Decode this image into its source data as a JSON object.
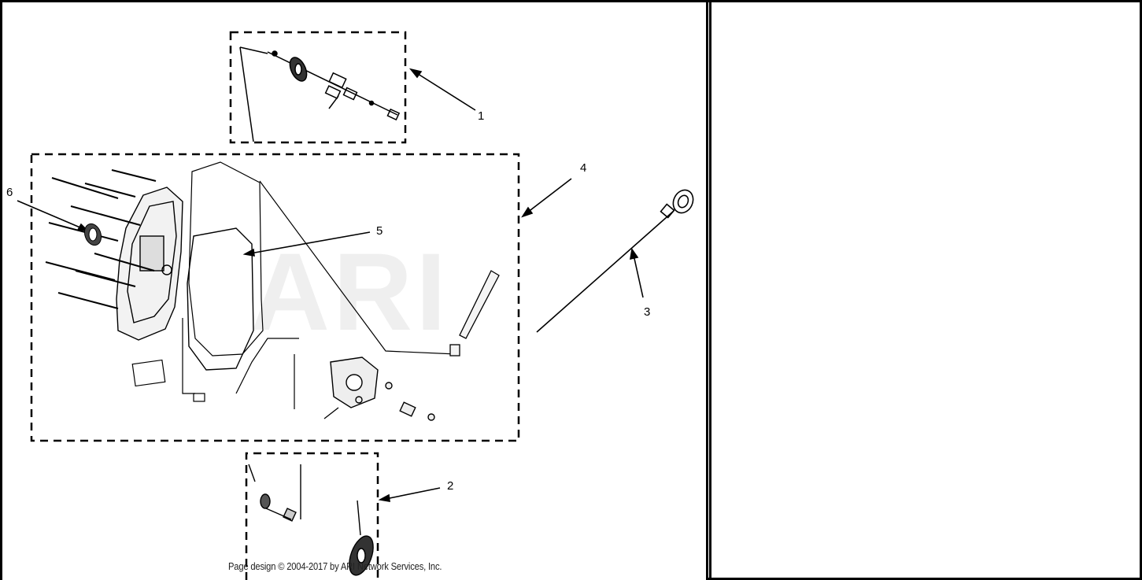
{
  "diagram": {
    "callouts": [
      "1",
      "2",
      "3",
      "4",
      "5",
      "6"
    ],
    "watermark": "ARI",
    "copyright": "Page design © 2004-2017 by ARI Network Services, Inc."
  }
}
